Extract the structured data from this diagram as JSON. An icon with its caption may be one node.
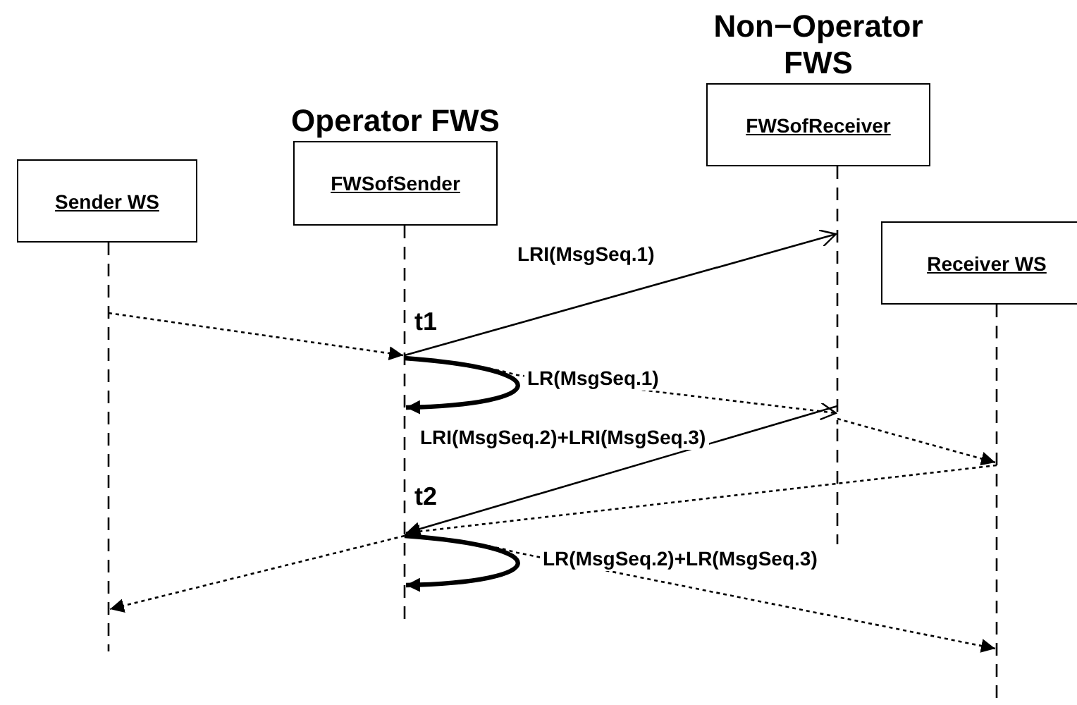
{
  "diagram": {
    "nodes": [
      {
        "text": [
          "Sender WS"
        ]
      },
      {
        "text": [
          "Operator FWS",
          "FWSofSender"
        ]
      },
      {
        "text": [
          "Non−Operator FWS",
          "FWSofReceiver"
        ]
      },
      {
        "text": [
          "Receiver WS"
        ]
      }
    ],
    "edges": [
      {
        "from": 0,
        "to": 1,
        "arrow": "to",
        "style": "dashed"
      },
      {
        "from": 1,
        "to": 2,
        "arrow": "to",
        "label": "LRI(MsgSeq.1)"
      },
      {
        "from": 1,
        "to": 1,
        "arrow": "to",
        "style": "thick",
        "label": "LR(MsgSeq.1)"
      },
      {
        "from": 1,
        "to": 2,
        "arrow": "to",
        "style": "dashed"
      },
      {
        "from": 2,
        "to": 3,
        "arrow": "to",
        "style": "dashed"
      },
      {
        "from": 2,
        "to": 1,
        "arrow": "to",
        "label": "LRI(MsgSeq.2)+LRI(MsgSeq.3)"
      },
      {
        "from": 3,
        "to": 1,
        "arrow": "to",
        "style": "dashed"
      },
      {
        "from": 1,
        "to": 0,
        "arrow": "to",
        "style": "dashed"
      },
      {
        "from": 1,
        "to": 1,
        "arrow": "to",
        "style": "thick",
        "label": "LR(MsgSeq.2)+LR(MsgSeq.3)"
      },
      {
        "from": 1,
        "to": 3,
        "arrow": "to",
        "style": "dashed"
      }
    ],
    "labels": [
      "t1",
      "t2"
    ]
  }
}
